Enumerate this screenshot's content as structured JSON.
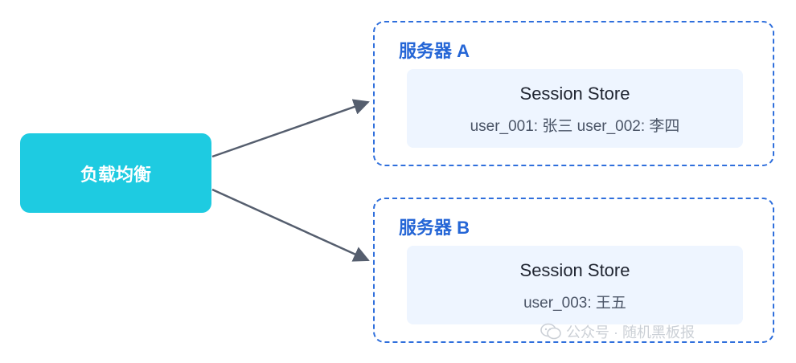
{
  "load_balancer": {
    "label": "负载均衡"
  },
  "servers": [
    {
      "title": "服务器 A",
      "store_title": "Session Store",
      "entries": "user_001: 张三 user_002: 李四"
    },
    {
      "title": "服务器 B",
      "store_title": "Session Store",
      "entries": "user_003: 王五"
    }
  ],
  "watermark": {
    "text": "公众号 · 随机黑板报"
  },
  "colors": {
    "load_balancer": "#1ecbe1",
    "server_border": "#2f6fdc",
    "server_title": "#2566d6",
    "store_bg": "#eef5ff",
    "arrow": "#555e6e"
  }
}
